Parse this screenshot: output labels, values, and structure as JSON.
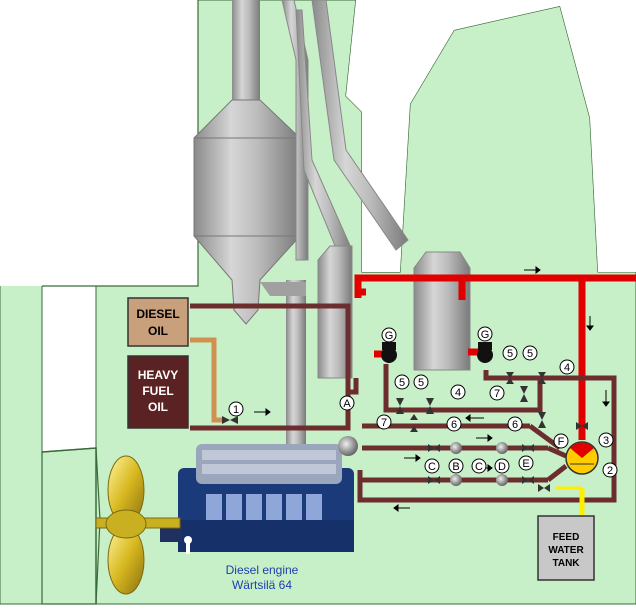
{
  "tanks": {
    "diesel_oil": [
      "DIESEL",
      "OIL"
    ],
    "heavy_fuel_oil": [
      "HEAVY",
      "FUEL",
      "OIL"
    ],
    "feed_water": [
      "FEED",
      "WATER",
      "TANK"
    ]
  },
  "engine": {
    "line1": "Diesel engine",
    "line2": "Wärtsilä 64"
  },
  "markers": {
    "m1": "1",
    "m2": "2",
    "m3": "3",
    "m4a": "4",
    "m4b": "4",
    "m5a": "5",
    "m5b": "5",
    "m5c": "5",
    "m5d": "5",
    "m6a": "6",
    "m6b": "6",
    "m7a": "7",
    "m7b": "7",
    "gA": "A",
    "gB": "B",
    "gC1": "C",
    "gC2": "C",
    "gD": "D",
    "gE": "E",
    "gF": "F",
    "gG1": "G",
    "gG2": "G"
  },
  "colors": {
    "hull": "#c8f0c8",
    "hot_water_pipe": "#e00000",
    "exhaust_pipe": "#6b2d2d",
    "feed_pipe": "#ffee00",
    "fuel_pipe": "#d09050",
    "diesel_tank": "#c9a07c",
    "hfo_tank": "#5a2222",
    "engine": "#1a3a7a",
    "engine_label": "#1e40b0",
    "propeller": "#c9b020"
  }
}
